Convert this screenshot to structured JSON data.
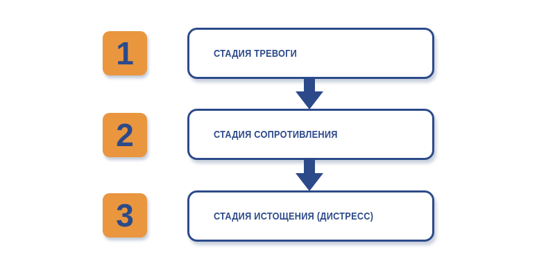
{
  "stages": [
    {
      "number": "1",
      "label": "СТАДИЯ ТРЕВОГИ"
    },
    {
      "number": "2",
      "label": "СТАДИЯ СОПРОТИВЛЕНИЯ"
    },
    {
      "number": "3",
      "label": "СТАДИЯ ИСТОЩЕНИЯ (ДИСТРЕСС)"
    }
  ],
  "colors": {
    "accent": "#e9963f",
    "primary": "#2c4a8a"
  }
}
